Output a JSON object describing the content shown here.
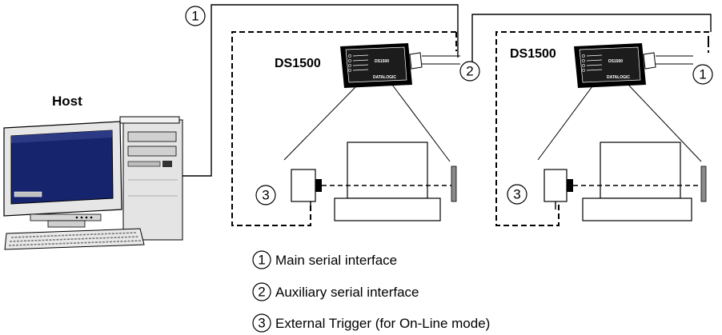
{
  "host_label": "Host",
  "scanner_1": {
    "model": "DS1500",
    "brand": "DATALOGIC",
    "badge": "DS1500"
  },
  "scanner_2": {
    "model": "DS1500",
    "brand": "DATALOGIC",
    "badge": "DS1500"
  },
  "callouts": {
    "main_serial_left": "1",
    "aux_serial": "2",
    "main_serial_right": "1",
    "trigger_left": "3",
    "trigger_right": "3"
  },
  "legend": [
    {
      "number": "1",
      "text": "Main serial interface"
    },
    {
      "number": "2",
      "text": "Auxiliary serial interface"
    },
    {
      "number": "3",
      "text": "External Trigger (for On-Line mode)"
    }
  ]
}
